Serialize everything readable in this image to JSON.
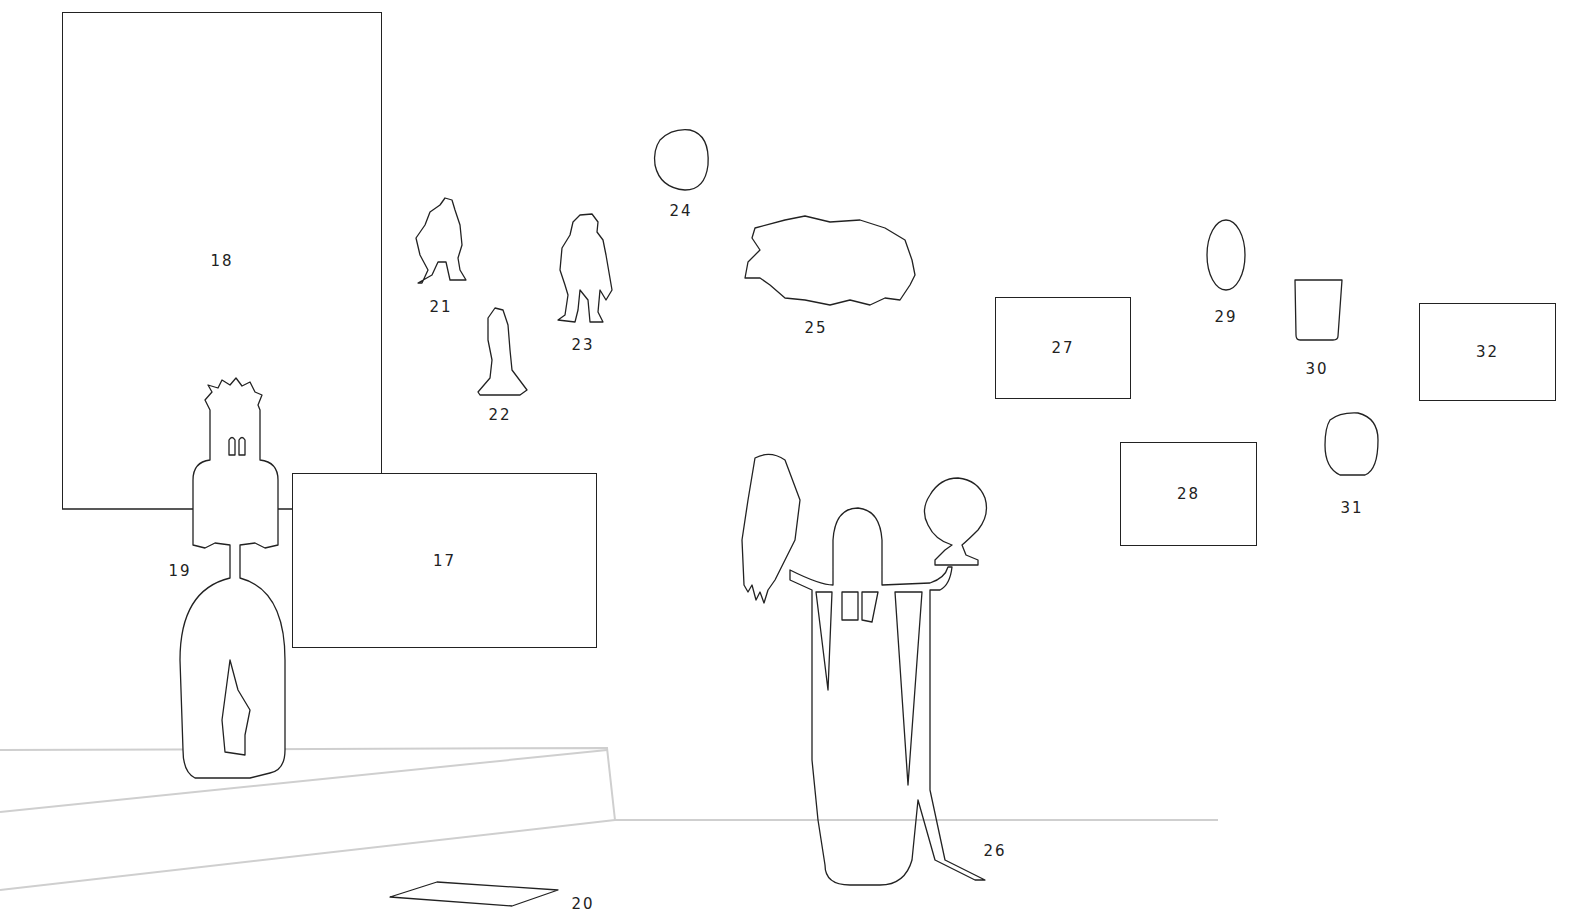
{
  "diagram": {
    "nodes": [
      {
        "text": [
          "18"
        ]
      },
      {
        "text": [
          "27"
        ]
      },
      {
        "text": [
          "32"
        ]
      },
      {
        "text": [
          "28"
        ]
      },
      {
        "text": [
          "17"
        ]
      }
    ],
    "labels": [
      "24",
      "21",
      "25",
      "23",
      "29",
      "30",
      "22",
      "31",
      "19",
      "26",
      "20"
    ]
  }
}
